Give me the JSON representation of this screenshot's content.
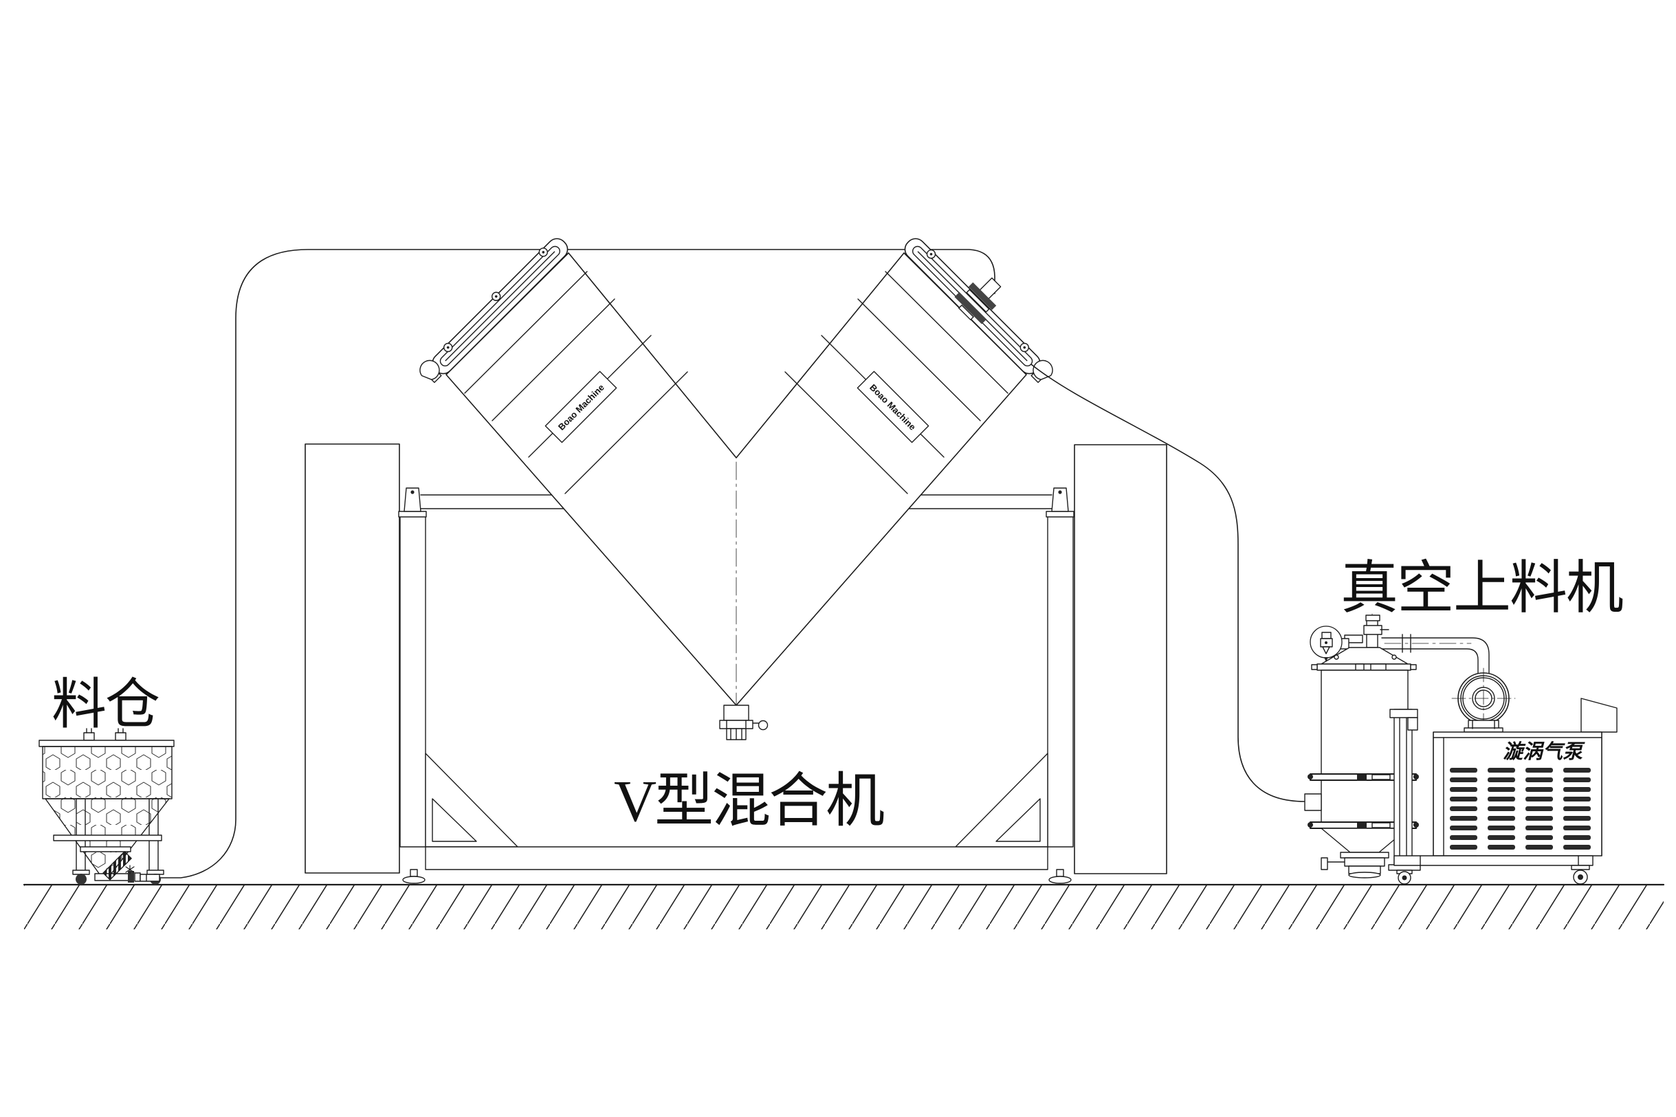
{
  "drawing": {
    "type": "engineering-line-drawing",
    "labels": {
      "hopper": "料仓",
      "mixer": "V型混合机",
      "feeder": "真空上料机",
      "pump": "漩涡气泵",
      "placard_left": "Boao Machine",
      "placard_right": "Boao Machine"
    },
    "colors": {
      "line": "#1c1c1c",
      "background": "#ffffff"
    }
  }
}
